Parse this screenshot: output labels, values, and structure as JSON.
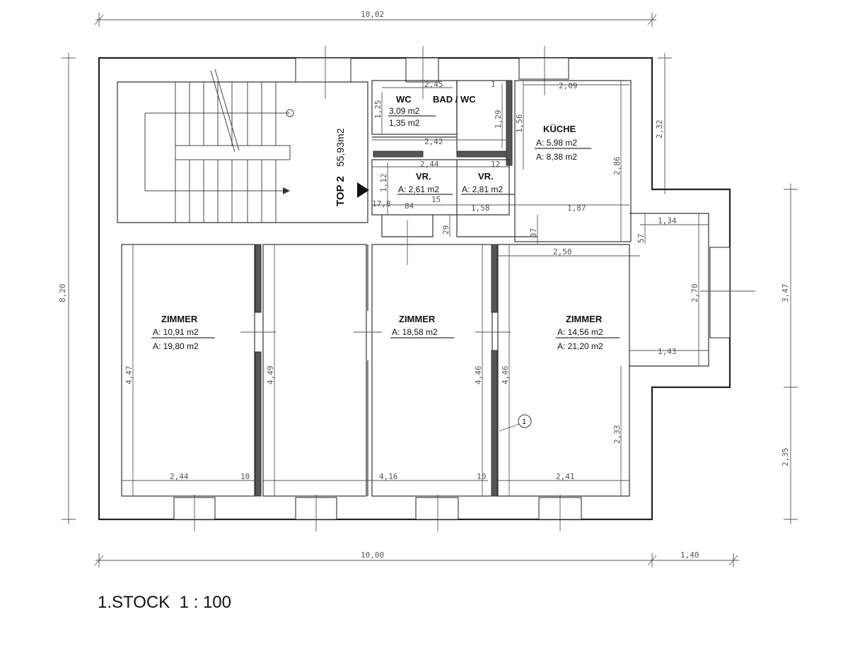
{
  "plan": {
    "title": "1.STOCK  1 : 100",
    "unit_label": "TOP 2",
    "unit_area": "55,93m2"
  },
  "rooms": {
    "wc": {
      "name": "WC",
      "area1": "3,09 m2",
      "area2": "1,35 m2"
    },
    "bad_wc": {
      "name": "BAD / WC"
    },
    "kueche": {
      "name": "KÜCHE",
      "area1": "A: 5,98 m2",
      "area2": "A: 8,38 m2"
    },
    "vr1": {
      "name": "VR.",
      "area1": "A: 2,61 m2"
    },
    "vr2": {
      "name": "VR.",
      "area1": "A: 2,81 m2"
    },
    "zimmer1": {
      "name": "ZIMMER",
      "area1": "A: 10,91 m2",
      "area2": "A: 19,80 m2"
    },
    "zimmer2": {
      "name": "ZIMMER",
      "area1": "A: 18,58 m2"
    },
    "zimmer3": {
      "name": "ZIMMER",
      "area1": "A: 14,56 m2",
      "area2": "A: 21,20 m2"
    }
  },
  "marker": {
    "label": "1"
  },
  "dimensions": {
    "top_overall": "10,02",
    "bottom_overall": "10,00",
    "bottom_right": "1,40",
    "left_height": "8,20",
    "right_height_top": "3,47",
    "right_height_bottom": "2,35",
    "right_upper": "2,32",
    "wc_width": "2,45",
    "wc_height": "1,25",
    "bad_height": "1,29",
    "bad_width": "1",
    "wall_156": "1,56",
    "kueche_width": "2,09",
    "kueche_height": "2,86",
    "mid_242": "2,42",
    "mid_244": "2,44",
    "mid_12": "12",
    "vr_112": "1,12",
    "vr_178": "17,8",
    "vr_84": "84",
    "vr_15": "15",
    "vr_158": "1,58",
    "vr_187": "1,87",
    "vr_29": "29",
    "vr_37": "37",
    "bay_134": "1,34",
    "bay_57": "57",
    "bay_250": "2,50",
    "bay_270": "2,70",
    "bay_143": "1,43",
    "z1_height": "4,47",
    "z1_width": "2,44",
    "z1_10": "10",
    "z2_height_l": "4,49",
    "z2_width": "4,16",
    "z2_10": "10",
    "z2_height_r": "4,46",
    "z3_height": "4,46",
    "z3_233": "2,33",
    "z3_width": "2,41"
  }
}
